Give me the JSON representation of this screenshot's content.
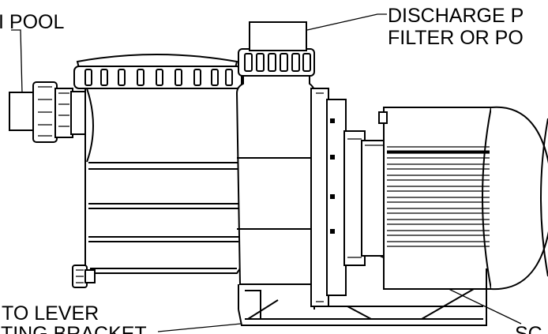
{
  "labels": {
    "inlet": "I POOL",
    "discharge_line1": "DISCHARGE P",
    "discharge_line2": "FILTER OR PO",
    "bracket_line1": "TO LEVER",
    "bracket_line2": "ITING BRACKET",
    "screw": "SC"
  },
  "colors": {
    "line": "#000000",
    "background": "#ffffff"
  }
}
